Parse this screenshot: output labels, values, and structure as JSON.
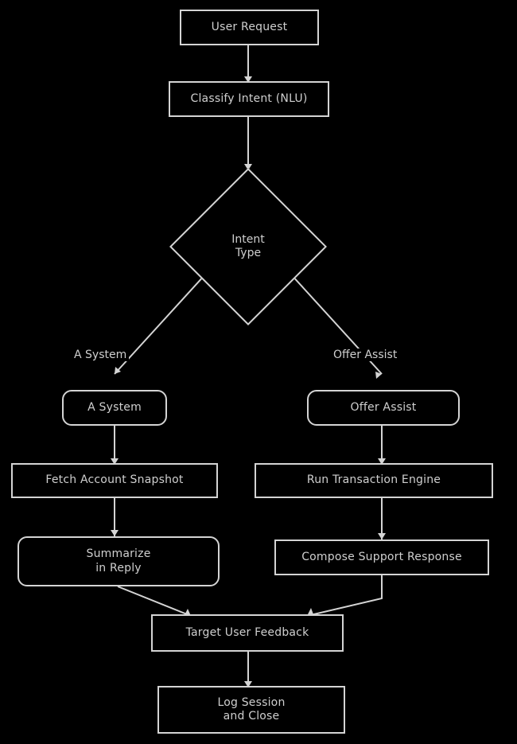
{
  "diagram": {
    "type": "flowchart",
    "orientation": "top-down",
    "background_color": "#000000",
    "node_border_color": "#d4d4d4",
    "text_color": "#cfcfcf"
  },
  "nodes": {
    "start": {
      "label": "User Request"
    },
    "process_intake": {
      "label": "Classify Intent (NLU)"
    },
    "decision": {
      "line1": "Intent",
      "line2": "Type"
    },
    "left_branch": {
      "node": {
        "label": "A System"
      },
      "detail": {
        "label": "Fetch Account Snapshot"
      },
      "result": {
        "line1": "Summarize",
        "line2": "in Reply"
      }
    },
    "right_branch": {
      "node": {
        "label": "Offer Assist"
      },
      "detail": {
        "label": "Run Transaction Engine"
      },
      "result": {
        "label": "Compose Support Response"
      }
    },
    "merge": {
      "label": "Target User Feedback"
    },
    "end": {
      "line1": "Log Session",
      "line2": "and Close"
    }
  },
  "edge_labels": {
    "left": "A System",
    "right": "Offer Assist"
  }
}
